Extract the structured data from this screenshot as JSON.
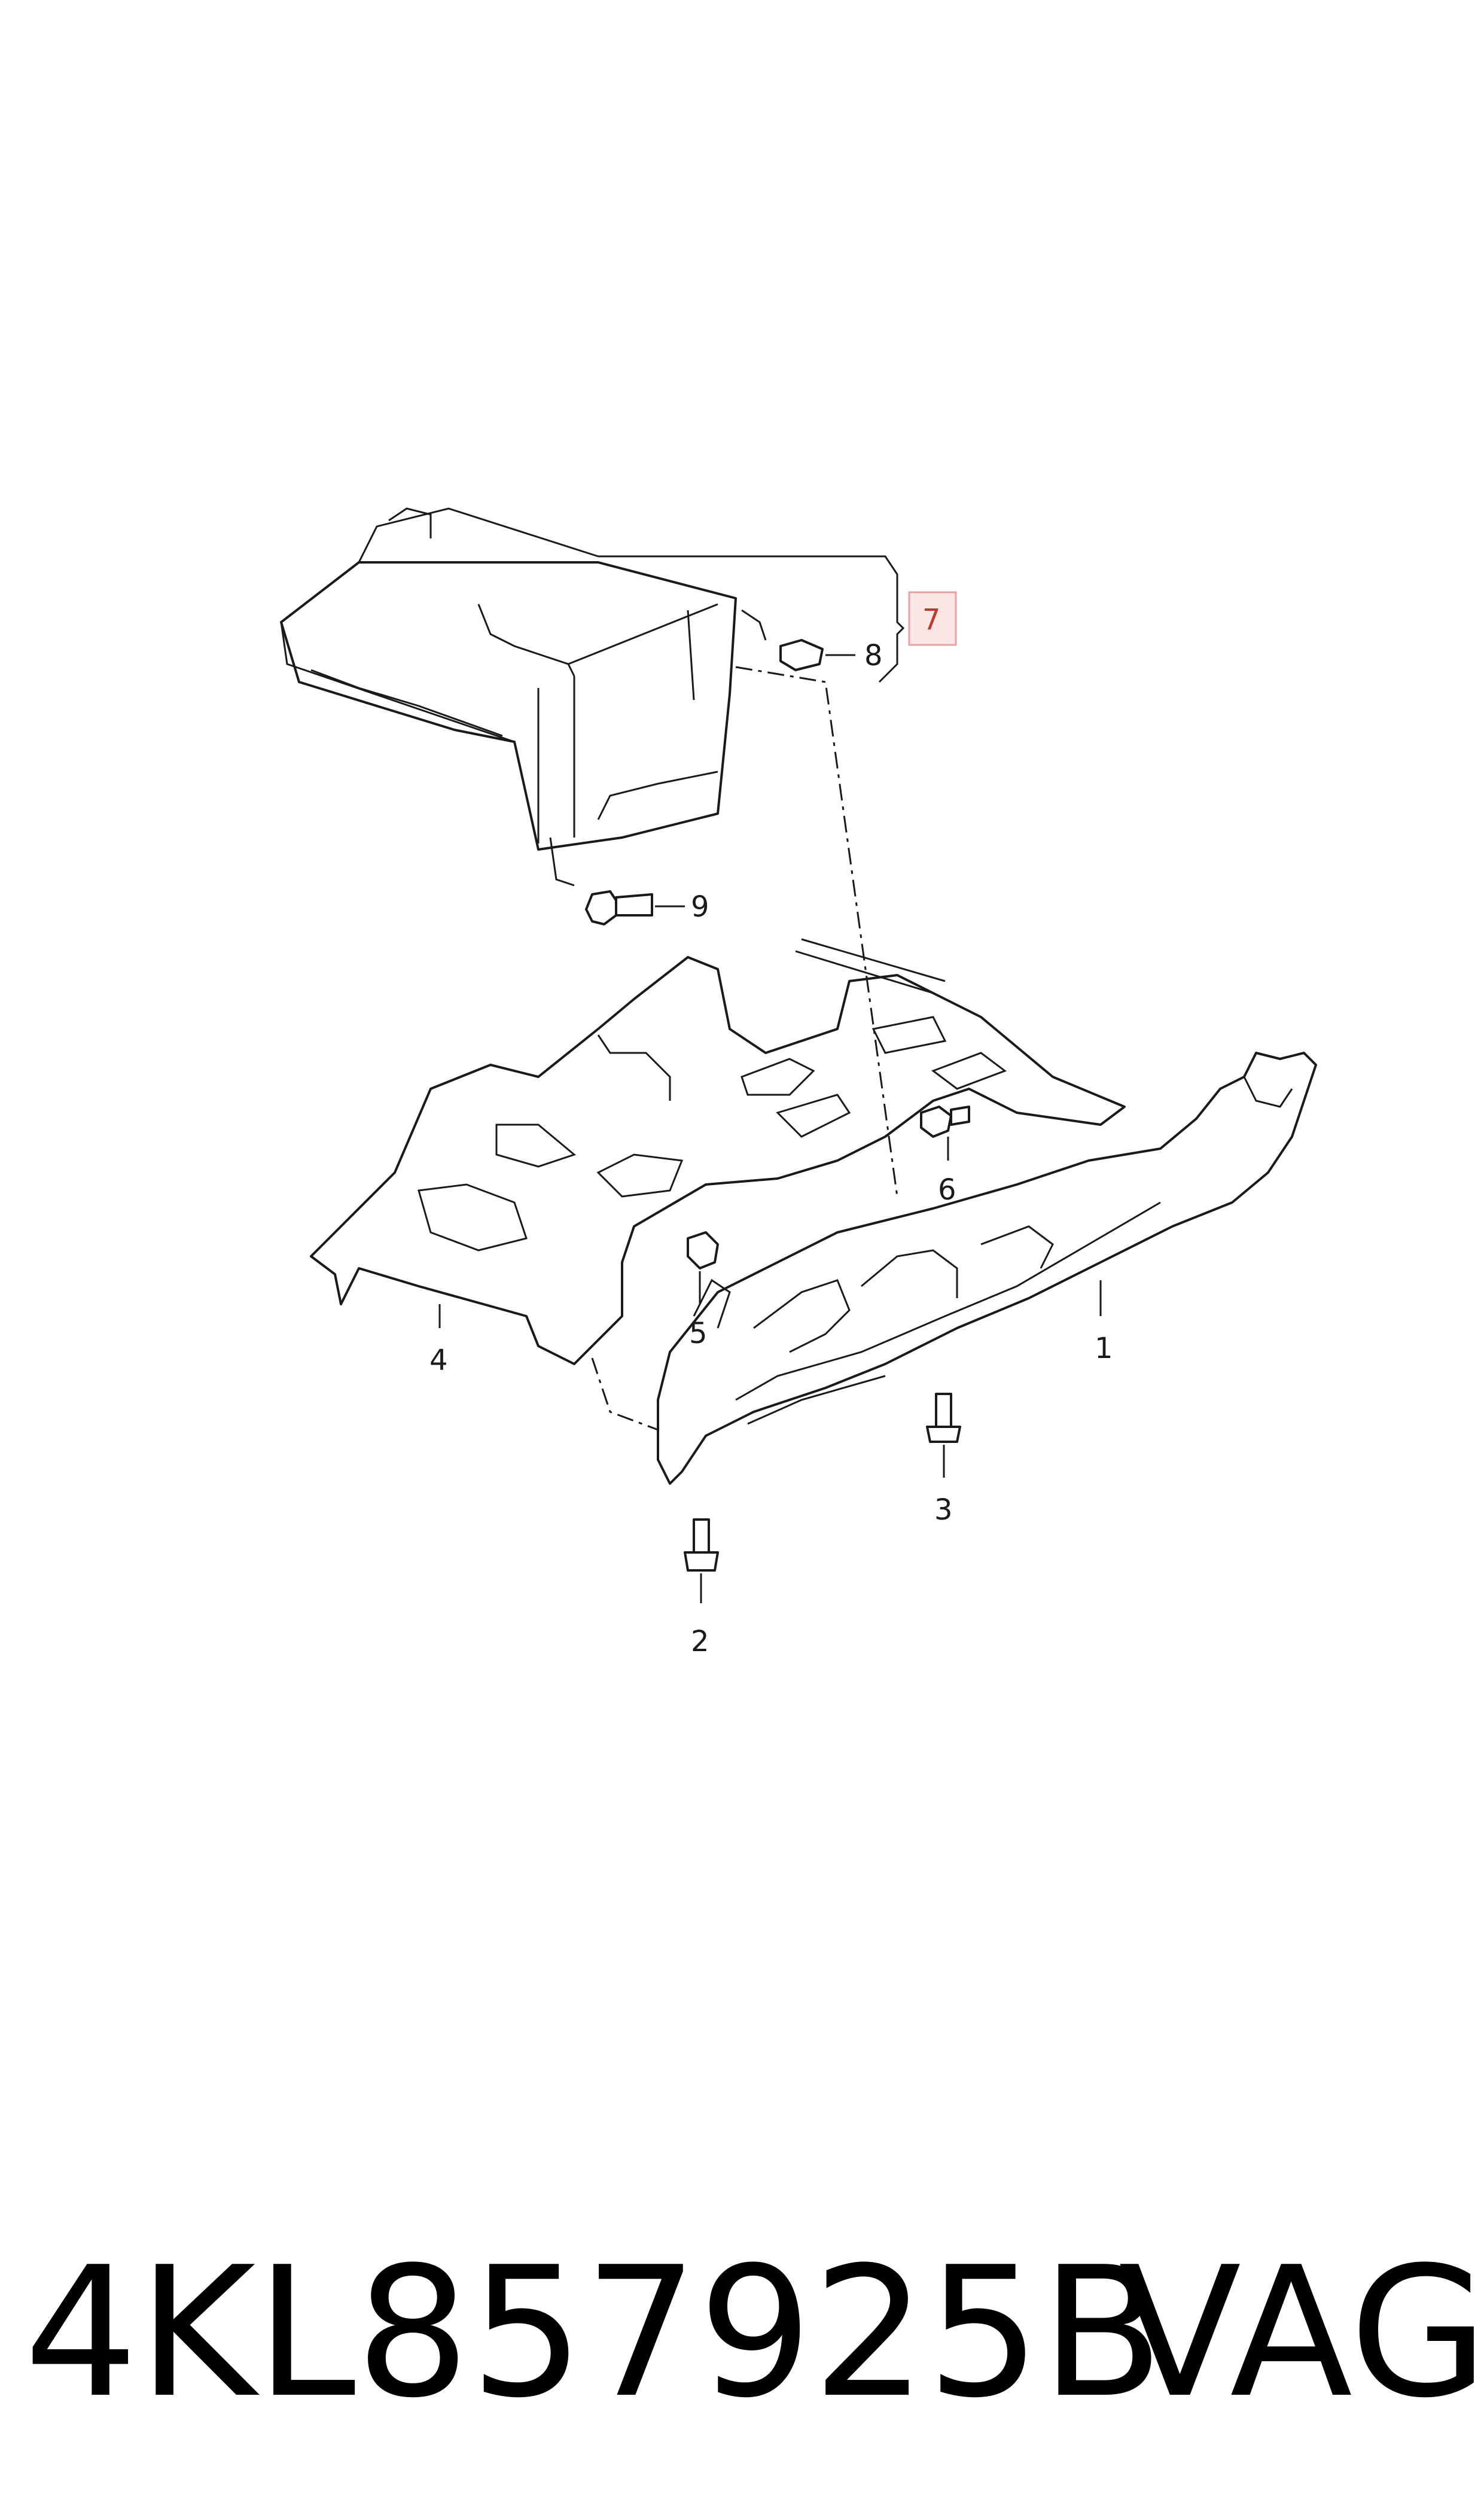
{
  "callouts": {
    "c1": "1",
    "c2": "2",
    "c3": "3",
    "c4": "4",
    "c5": "5",
    "c6": "6",
    "c7": "7",
    "c8": "8",
    "c9": "9"
  },
  "highlight_color": "#e8a0a0",
  "footer": {
    "part_number": "4KL857925B",
    "brand": "VAG"
  }
}
